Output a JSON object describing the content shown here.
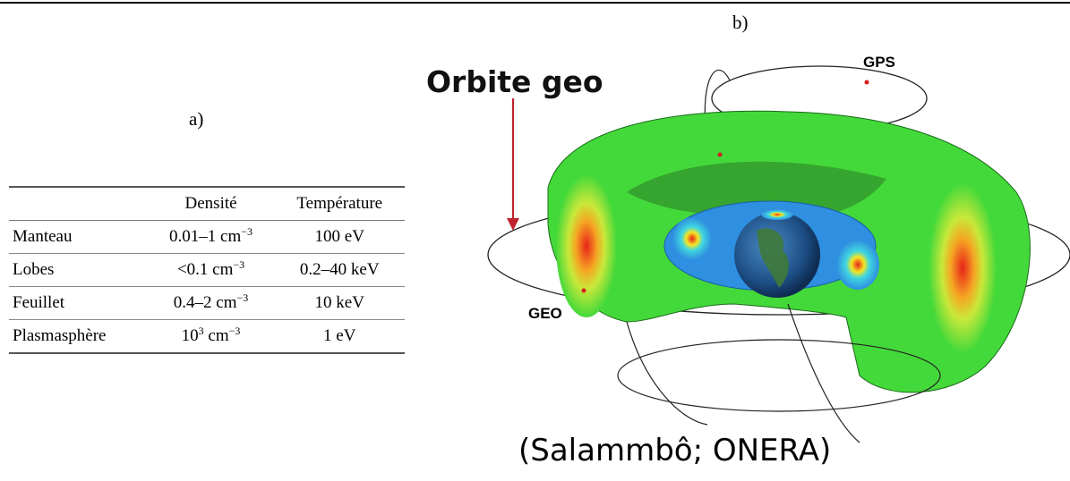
{
  "panel_a": {
    "label": "a)",
    "table": {
      "headers": [
        "",
        "Densité",
        "Température"
      ],
      "rows": [
        {
          "name": "Manteau",
          "density": "0.01–1 cm",
          "density_exp": "−3",
          "temperature": "100 eV"
        },
        {
          "name": "Lobes",
          "density": "<0.1 cm",
          "density_exp": "−3",
          "temperature": "0.2–40 keV"
        },
        {
          "name": "Feuillet",
          "density": "0.4–2 cm",
          "density_exp": "−3",
          "temperature": "10 keV"
        },
        {
          "name": "Plasmasphère",
          "density_base": "10",
          "density_base_exp": "3",
          "density": " cm",
          "density_exp": "−3",
          "temperature": "1 eV"
        }
      ]
    }
  },
  "panel_b": {
    "label": "b)",
    "title": "Orbite geo",
    "orbit_labels": {
      "gps": "GPS",
      "geo": "GEO"
    },
    "caption": "(Salammbô; ONERA)"
  },
  "colors": {
    "outer_belt": "#44d93a",
    "belt_core": "#e8231a",
    "inner_belt": "#2f8fe0",
    "arrow": "#c0232f"
  }
}
